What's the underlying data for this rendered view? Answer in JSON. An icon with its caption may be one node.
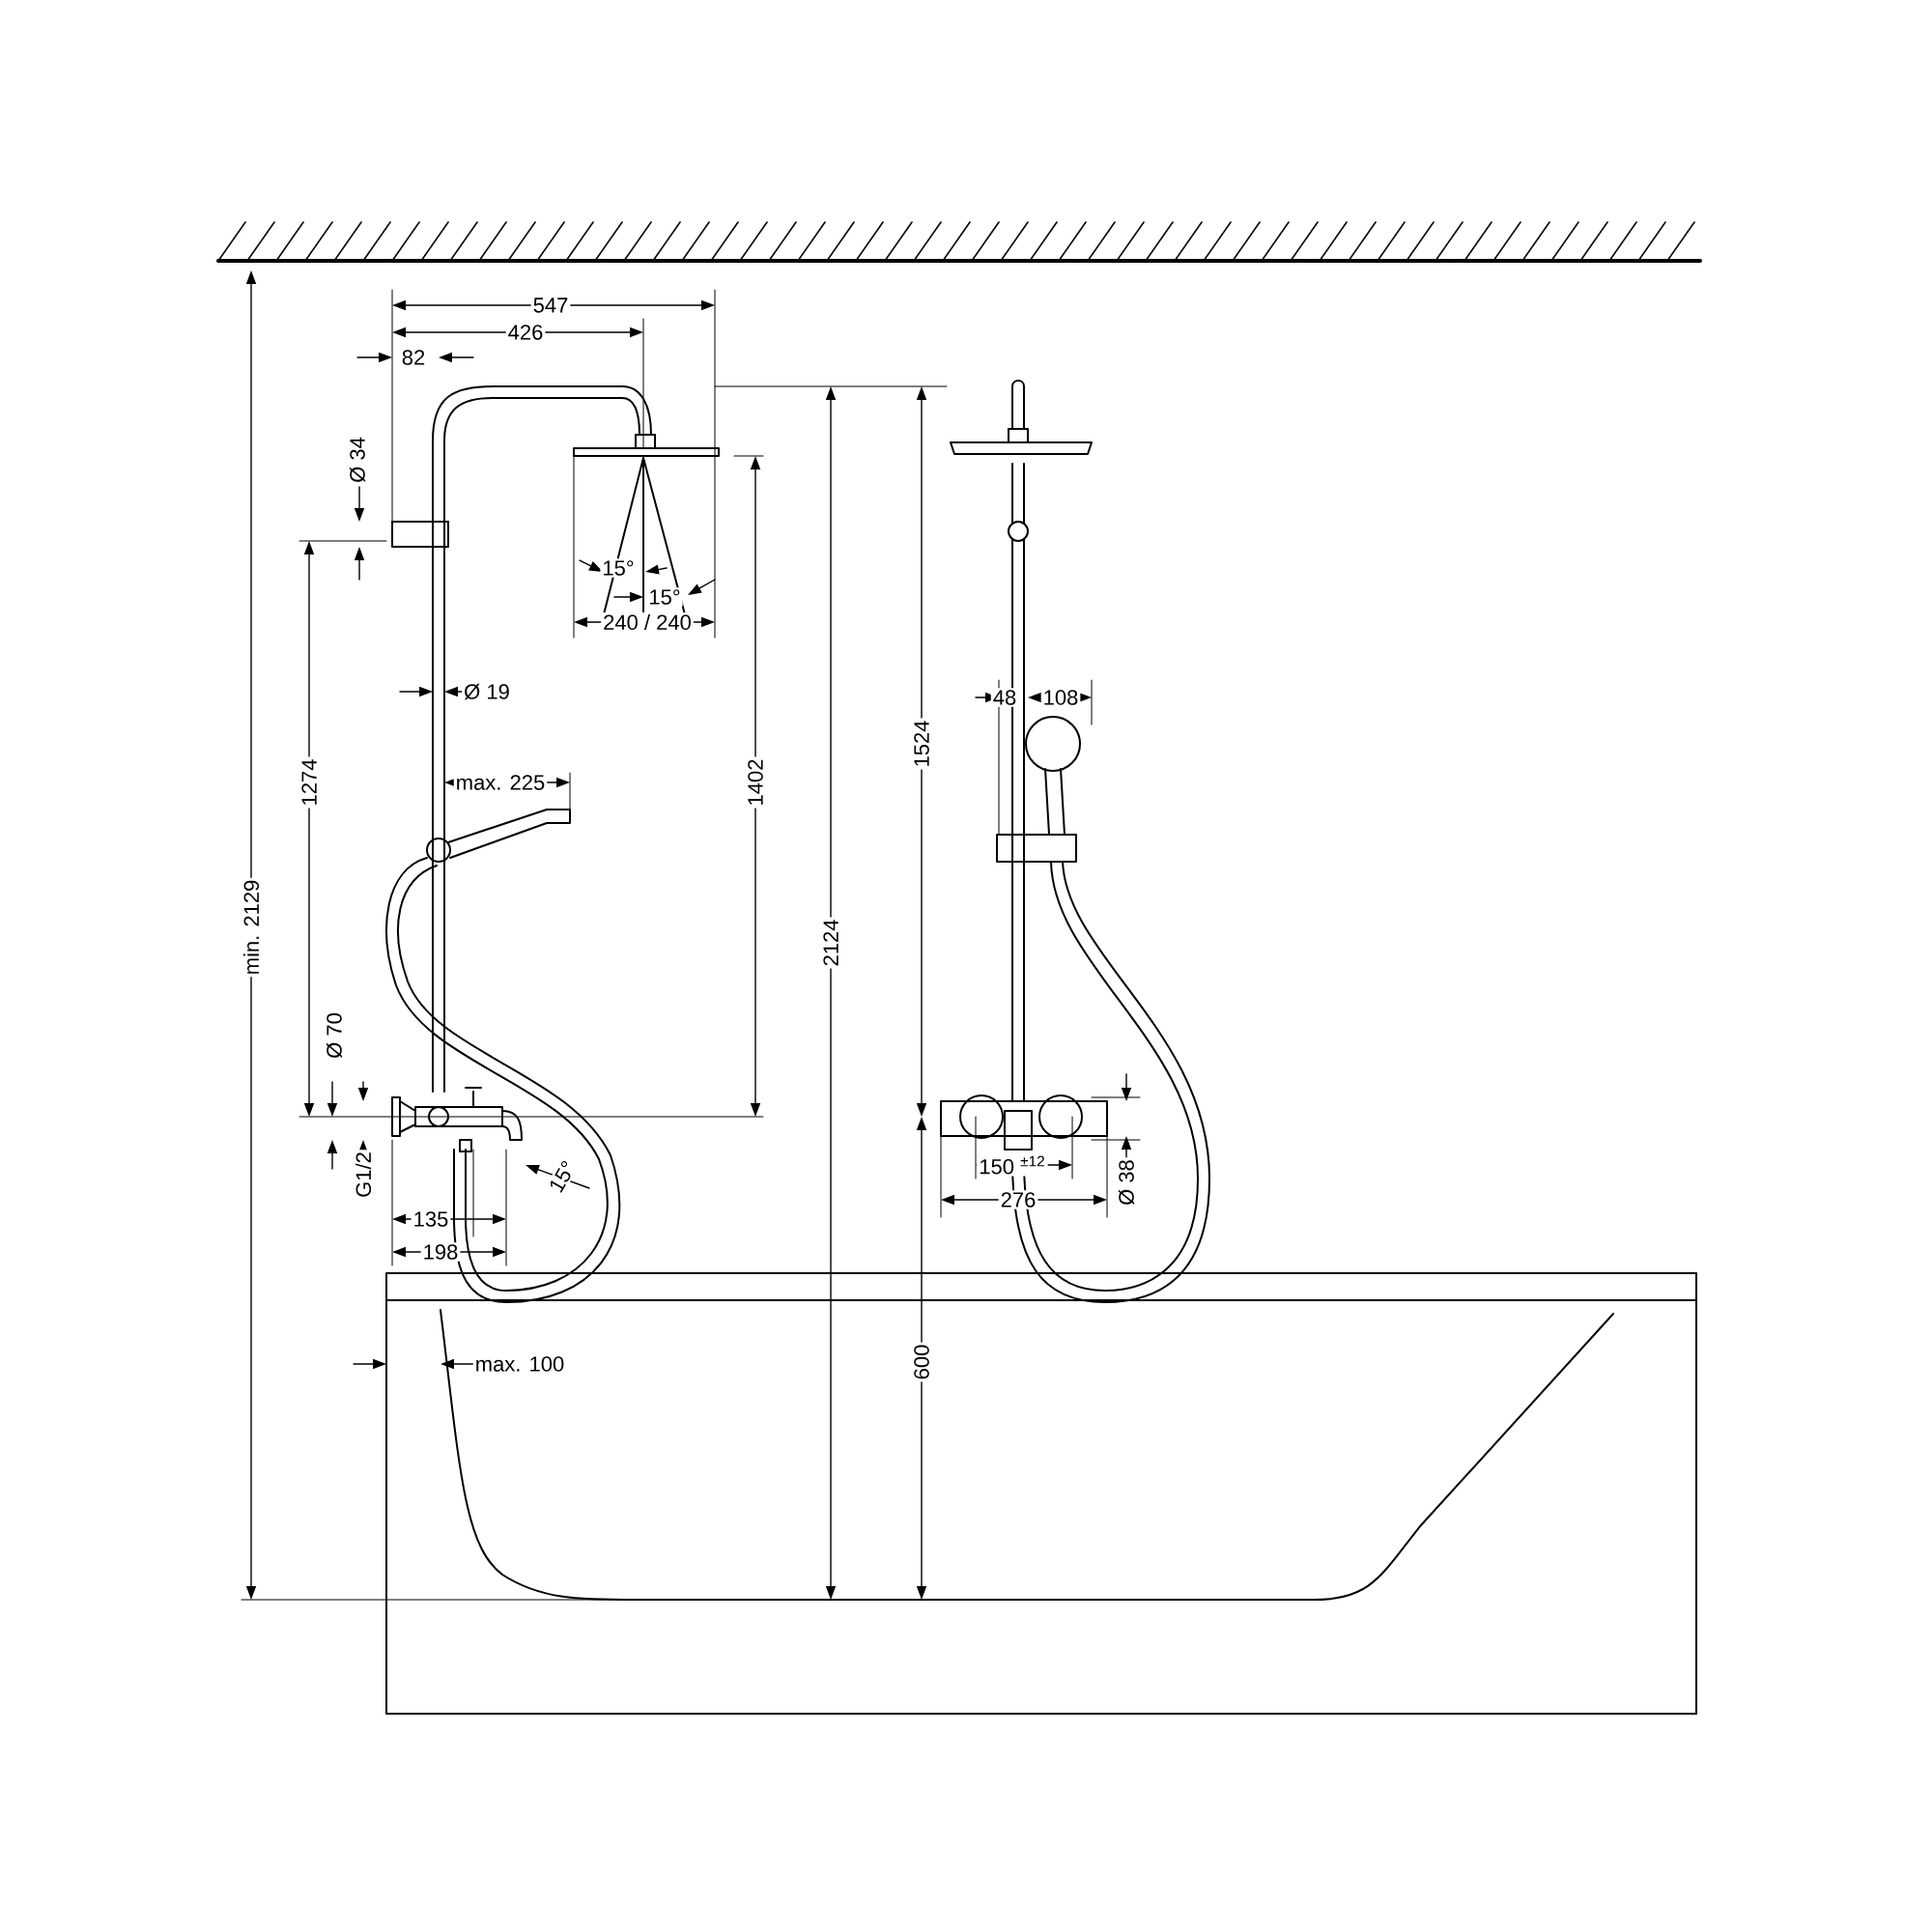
{
  "diagram": {
    "labels": [
      "547",
      "426",
      "82",
      "Ø 34",
      "15°",
      "15°",
      "240 / 240",
      "1274",
      "Ø 19",
      "1524",
      "48",
      "108",
      "1402",
      "max. 225",
      "min. 2129",
      "2124",
      "Ø 70",
      "G1/2",
      "15°",
      "135",
      "150 $^{±12}$",
      "Ø 38",
      "276",
      "198",
      "600",
      "max. 100"
    ]
  }
}
